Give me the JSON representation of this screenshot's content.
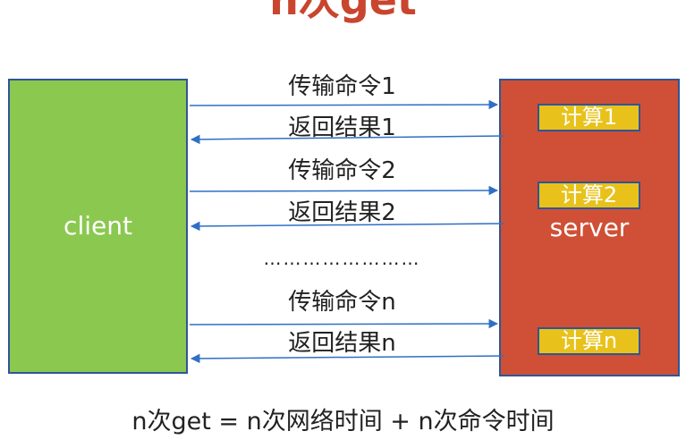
{
  "title": "n次get",
  "client": {
    "label": "client"
  },
  "server": {
    "label": "server",
    "calcs": [
      "计算1",
      "计算2",
      "计算n"
    ]
  },
  "messages": [
    {
      "text": "传输命令1",
      "direction": "client-to-server"
    },
    {
      "text": "返回结果1",
      "direction": "server-to-client"
    },
    {
      "text": "传输命令2",
      "direction": "client-to-server"
    },
    {
      "text": "返回结果2",
      "direction": "server-to-client"
    },
    {
      "text": "传输命令n",
      "direction": "client-to-server"
    },
    {
      "text": "返回结果n",
      "direction": "server-to-client"
    }
  ],
  "ellipsis": "……………………",
  "formula": "n次get = n次网络时间 + n次命令时间",
  "colors": {
    "title": "#c9452e",
    "client_fill": "#8bc850",
    "server_fill": "#cf5036",
    "calc_fill": "#e8c21b",
    "border": "#2f5597",
    "arrow": "#2f6fc6"
  }
}
